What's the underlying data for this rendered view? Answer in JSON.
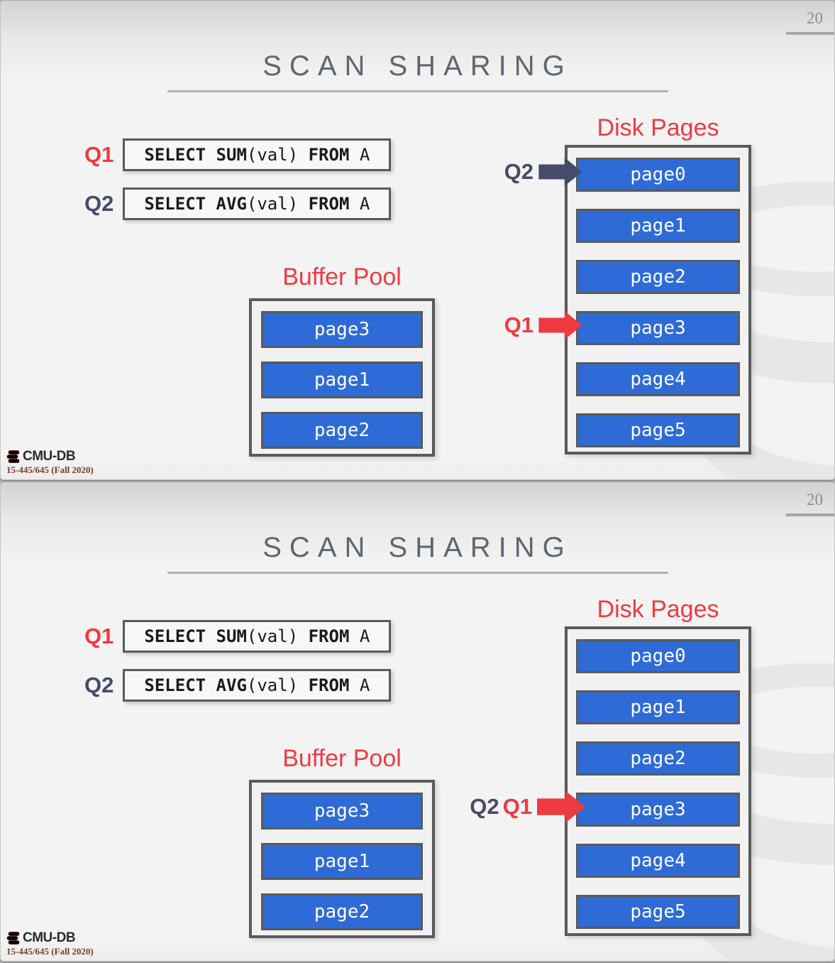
{
  "colors": {
    "red": "#ed3b40",
    "navy": "#454b68",
    "blue": "#2e6bd6",
    "border": "#595a5c",
    "title": "#5d6772",
    "page_number": "#8c8c95",
    "maroon": "#7b3a2e",
    "watermark": "#e7e7e7",
    "logo_red": "#a01c20"
  },
  "slides": [
    {
      "page_number": "20",
      "title": "SCAN SHARING",
      "queries": [
        {
          "label": "Q1",
          "label_color": "red",
          "kw1": "SELECT SUM",
          "arg1": "(val) ",
          "kw2": "FROM",
          "arg2": " A"
        },
        {
          "label": "Q2",
          "label_color": "navy",
          "kw1": "SELECT AVG",
          "arg1": "(val) ",
          "kw2": "FROM",
          "arg2": " A"
        }
      ],
      "buffer_pool": {
        "title": "Buffer Pool",
        "pages": [
          "page3",
          "page1",
          "page2"
        ]
      },
      "disk_pages": {
        "title": "Disk Pages",
        "pages": [
          "page0",
          "page1",
          "page2",
          "page3",
          "page4",
          "page5"
        ]
      },
      "pointers": [
        {
          "labels": [
            {
              "text": "Q2",
              "color": "navy"
            }
          ],
          "arrow": "navy",
          "target": "page0"
        },
        {
          "labels": [
            {
              "text": "Q1",
              "color": "red"
            }
          ],
          "arrow": "red",
          "target": "page3"
        }
      ],
      "footer": {
        "brand": "CMU-DB",
        "course": "15-445/645 (Fall 2020)"
      }
    },
    {
      "page_number": "20",
      "title": "SCAN SHARING",
      "queries": [
        {
          "label": "Q1",
          "label_color": "red",
          "kw1": "SELECT SUM",
          "arg1": "(val) ",
          "kw2": "FROM",
          "arg2": " A"
        },
        {
          "label": "Q2",
          "label_color": "navy",
          "kw1": "SELECT AVG",
          "arg1": "(val) ",
          "kw2": "FROM",
          "arg2": " A"
        }
      ],
      "buffer_pool": {
        "title": "Buffer Pool",
        "pages": [
          "page3",
          "page1",
          "page2"
        ]
      },
      "disk_pages": {
        "title": "Disk Pages",
        "pages": [
          "page0",
          "page1",
          "page2",
          "page3",
          "page4",
          "page5"
        ]
      },
      "pointers": [
        {
          "labels": [
            {
              "text": "Q2",
              "color": "navy"
            },
            {
              "text": "Q1",
              "color": "red"
            }
          ],
          "arrow": "red",
          "target": "page3"
        }
      ],
      "footer": {
        "brand": "CMU-DB",
        "course": "15-445/645 (Fall 2020)"
      }
    }
  ]
}
